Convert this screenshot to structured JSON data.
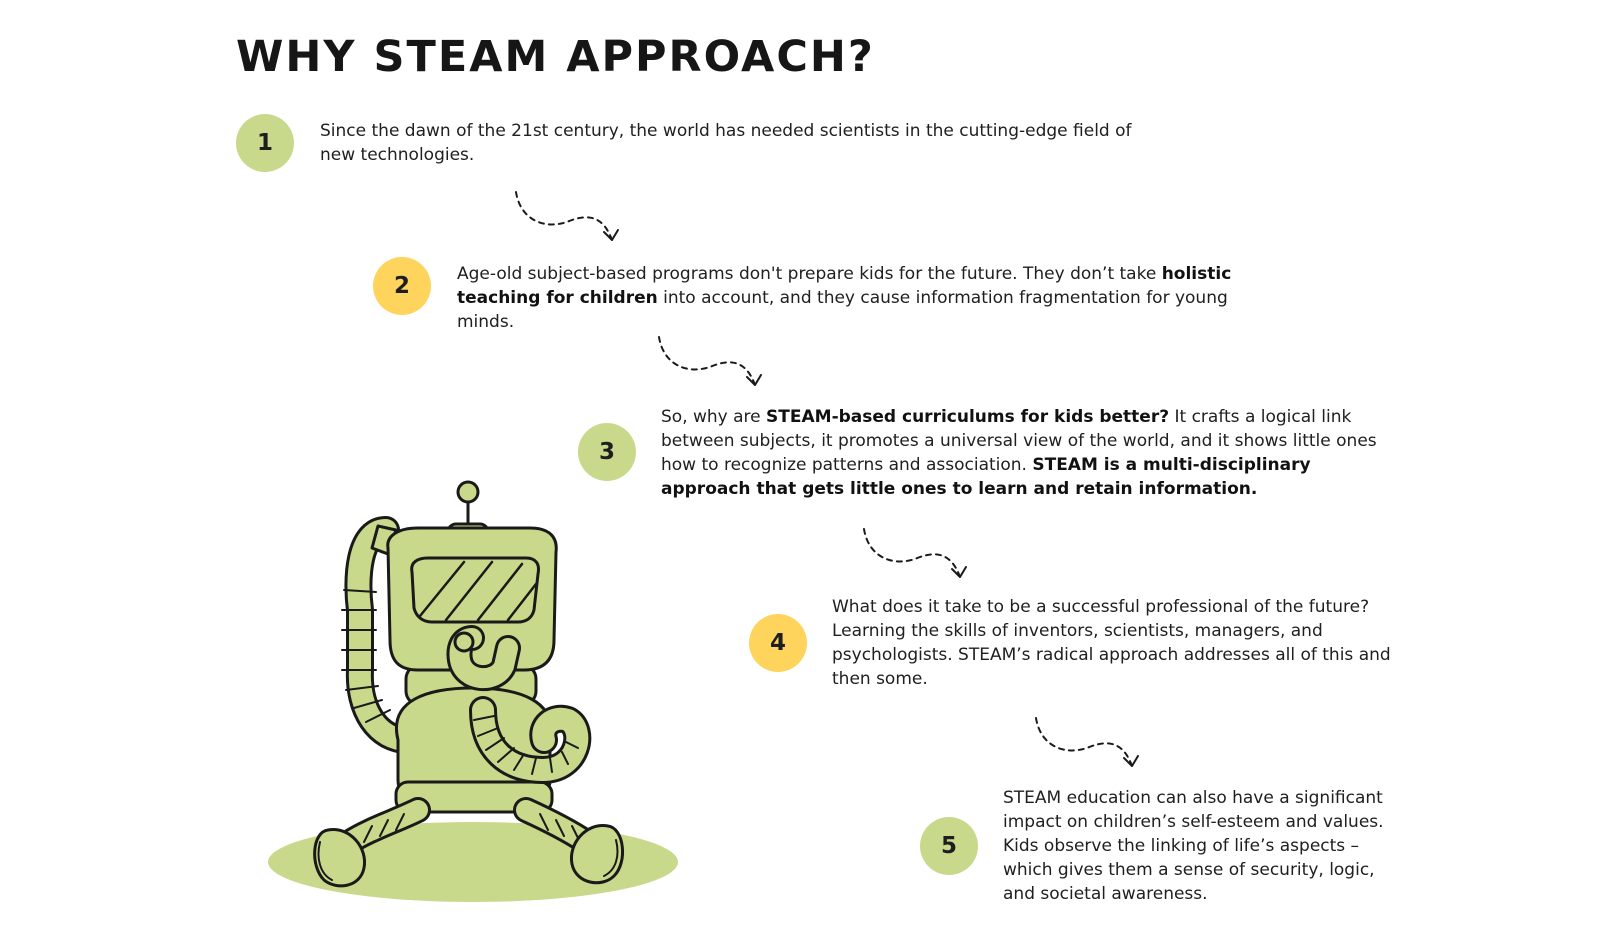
{
  "title": "WHY STEAM APPROACH?",
  "steps": [
    {
      "number": "1",
      "color": "#c8d98c",
      "segments": [
        {
          "text": "Since the dawn of the 21st century, the world has needed scientists in the cutting-edge field of new technologies.",
          "bold": false
        }
      ]
    },
    {
      "number": "2",
      "color": "#ffd45c",
      "segments": [
        {
          "text": "Age-old subject-based programs don't prepare kids for the future. They don’t take ",
          "bold": false
        },
        {
          "text": "holistic teaching for children",
          "bold": true
        },
        {
          "text": " into account, and they cause information fragmentation for young minds.",
          "bold": false
        }
      ]
    },
    {
      "number": "3",
      "color": "#c8d98c",
      "segments": [
        {
          "text": "So, why are ",
          "bold": false
        },
        {
          "text": "STEAM-based curriculums for kids better?",
          "bold": true
        },
        {
          "text": " It crafts a logical link between subjects, it promotes a universal view of the world, and it shows little ones how to recognize patterns and association. ",
          "bold": false
        },
        {
          "text": "STEAM is a multi-disciplinary approach that gets little ones to learn and retain information.",
          "bold": true
        }
      ]
    },
    {
      "number": "4",
      "color": "#ffd45c",
      "segments": [
        {
          "text": "What does it take to be a successful professional of the future? Learning the skills of inventors, scientists, managers, and psychologists. STEAM’s radical approach addresses all of this and then some.",
          "bold": false
        }
      ]
    },
    {
      "number": "5",
      "color": "#c8d98c",
      "segments": [
        {
          "text": "STEAM education can also have a significant impact on children’s self-esteem and values. Kids observe the linking of life’s aspects – which gives them a sense of security, logic, and societal awareness.",
          "bold": false
        }
      ]
    }
  ],
  "icons": {
    "arrow": "dashed-curved-arrow-icon",
    "robot": "robot-illustration-icon"
  },
  "colors": {
    "green": "#c8d98c",
    "yellow": "#ffd45c",
    "ink": "#1a1a1a"
  }
}
